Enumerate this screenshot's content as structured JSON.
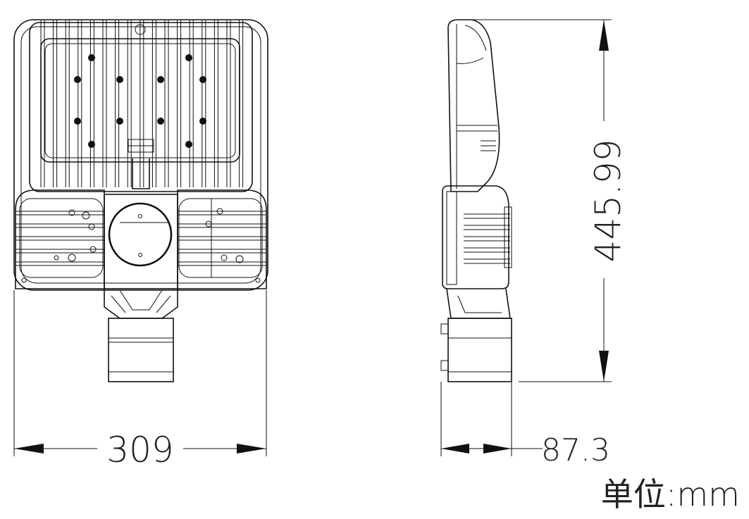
{
  "dimensions": {
    "width": "309",
    "height": "445.99",
    "depth": "87.3"
  },
  "unit_label": "单位:mm",
  "colors": {
    "line": "#111111",
    "background": "#ffffff"
  }
}
